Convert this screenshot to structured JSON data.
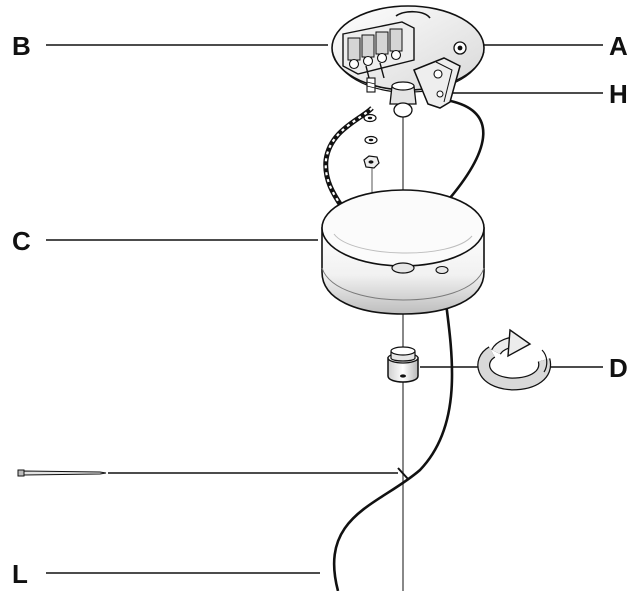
{
  "callouts": {
    "A": "A",
    "B": "B",
    "C": "C",
    "D": "D",
    "H": "H",
    "L": "L"
  },
  "colors": {
    "line": "#111111",
    "part_fill": "#f2f2f2",
    "part_shade": "#c9c9c9",
    "arrow_fill": "#d9d9d9"
  }
}
